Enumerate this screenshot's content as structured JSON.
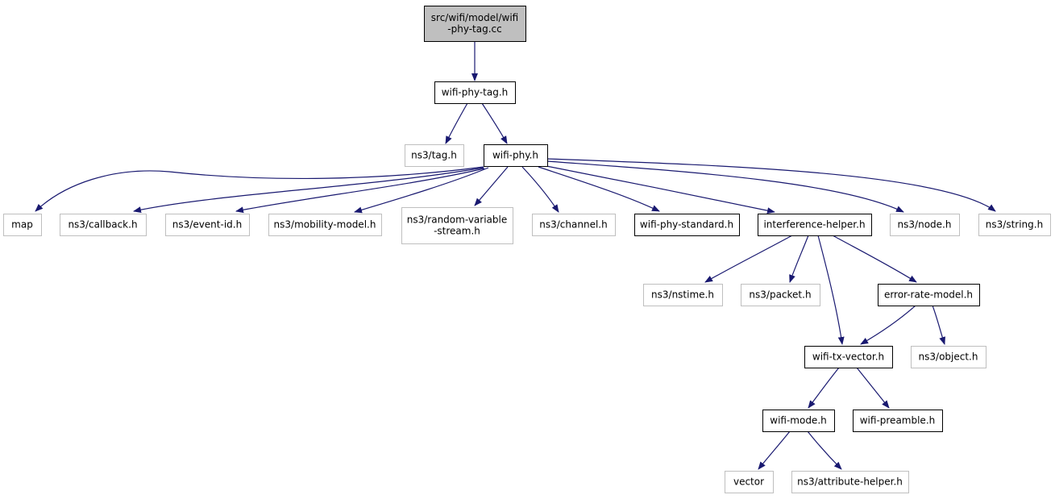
{
  "colors": {
    "edge": "#191970",
    "root_fill": "#bfbfbf",
    "local_border": "#000000",
    "external_border": "#bfbfbf",
    "background": "#ffffff"
  },
  "nodes": [
    {
      "id": "root",
      "lines": [
        "src/wifi/model/wifi",
        "-phy-tag.cc"
      ],
      "kind": "root"
    },
    {
      "id": "wifi_phy_tag_h",
      "lines": [
        "wifi-phy-tag.h"
      ],
      "kind": "local"
    },
    {
      "id": "ns3_tag_h",
      "lines": [
        "ns3/tag.h"
      ],
      "kind": "external"
    },
    {
      "id": "wifi_phy_h",
      "lines": [
        "wifi-phy.h"
      ],
      "kind": "local"
    },
    {
      "id": "map",
      "lines": [
        "map"
      ],
      "kind": "external"
    },
    {
      "id": "ns3_callback_h",
      "lines": [
        "ns3/callback.h"
      ],
      "kind": "external"
    },
    {
      "id": "ns3_event_id_h",
      "lines": [
        "ns3/event-id.h"
      ],
      "kind": "external"
    },
    {
      "id": "ns3_mobility_model_h",
      "lines": [
        "ns3/mobility-model.h"
      ],
      "kind": "external"
    },
    {
      "id": "ns3_random_variable_stream_h",
      "lines": [
        "ns3/random-variable",
        "-stream.h"
      ],
      "kind": "external"
    },
    {
      "id": "ns3_channel_h",
      "lines": [
        "ns3/channel.h"
      ],
      "kind": "external"
    },
    {
      "id": "wifi_phy_standard_h",
      "lines": [
        "wifi-phy-standard.h"
      ],
      "kind": "local"
    },
    {
      "id": "interference_helper_h",
      "lines": [
        "interference-helper.h"
      ],
      "kind": "local"
    },
    {
      "id": "ns3_node_h",
      "lines": [
        "ns3/node.h"
      ],
      "kind": "external"
    },
    {
      "id": "ns3_string_h",
      "lines": [
        "ns3/string.h"
      ],
      "kind": "external"
    },
    {
      "id": "ns3_nstime_h",
      "lines": [
        "ns3/nstime.h"
      ],
      "kind": "external"
    },
    {
      "id": "ns3_packet_h",
      "lines": [
        "ns3/packet.h"
      ],
      "kind": "external"
    },
    {
      "id": "error_rate_model_h",
      "lines": [
        "error-rate-model.h"
      ],
      "kind": "local"
    },
    {
      "id": "wifi_tx_vector_h",
      "lines": [
        "wifi-tx-vector.h"
      ],
      "kind": "local"
    },
    {
      "id": "ns3_object_h",
      "lines": [
        "ns3/object.h"
      ],
      "kind": "external"
    },
    {
      "id": "wifi_mode_h",
      "lines": [
        "wifi-mode.h"
      ],
      "kind": "local"
    },
    {
      "id": "wifi_preamble_h",
      "lines": [
        "wifi-preamble.h"
      ],
      "kind": "local"
    },
    {
      "id": "vector",
      "lines": [
        "vector"
      ],
      "kind": "external"
    },
    {
      "id": "ns3_attribute_helper_h",
      "lines": [
        "ns3/attribute-helper.h"
      ],
      "kind": "external"
    }
  ],
  "edges": [
    {
      "from": "root",
      "to": "wifi_phy_tag_h"
    },
    {
      "from": "wifi_phy_tag_h",
      "to": "ns3_tag_h"
    },
    {
      "from": "wifi_phy_tag_h",
      "to": "wifi_phy_h"
    },
    {
      "from": "wifi_phy_h",
      "to": "map"
    },
    {
      "from": "wifi_phy_h",
      "to": "ns3_callback_h"
    },
    {
      "from": "wifi_phy_h",
      "to": "ns3_event_id_h"
    },
    {
      "from": "wifi_phy_h",
      "to": "ns3_mobility_model_h"
    },
    {
      "from": "wifi_phy_h",
      "to": "ns3_random_variable_stream_h"
    },
    {
      "from": "wifi_phy_h",
      "to": "ns3_channel_h"
    },
    {
      "from": "wifi_phy_h",
      "to": "wifi_phy_standard_h"
    },
    {
      "from": "wifi_phy_h",
      "to": "interference_helper_h"
    },
    {
      "from": "wifi_phy_h",
      "to": "ns3_node_h"
    },
    {
      "from": "wifi_phy_h",
      "to": "ns3_string_h"
    },
    {
      "from": "interference_helper_h",
      "to": "ns3_nstime_h"
    },
    {
      "from": "interference_helper_h",
      "to": "ns3_packet_h"
    },
    {
      "from": "interference_helper_h",
      "to": "error_rate_model_h"
    },
    {
      "from": "interference_helper_h",
      "to": "wifi_tx_vector_h"
    },
    {
      "from": "error_rate_model_h",
      "to": "wifi_tx_vector_h"
    },
    {
      "from": "error_rate_model_h",
      "to": "ns3_object_h"
    },
    {
      "from": "wifi_tx_vector_h",
      "to": "wifi_mode_h"
    },
    {
      "from": "wifi_tx_vector_h",
      "to": "wifi_preamble_h"
    },
    {
      "from": "wifi_mode_h",
      "to": "vector"
    },
    {
      "from": "wifi_mode_h",
      "to": "ns3_attribute_helper_h"
    }
  ]
}
